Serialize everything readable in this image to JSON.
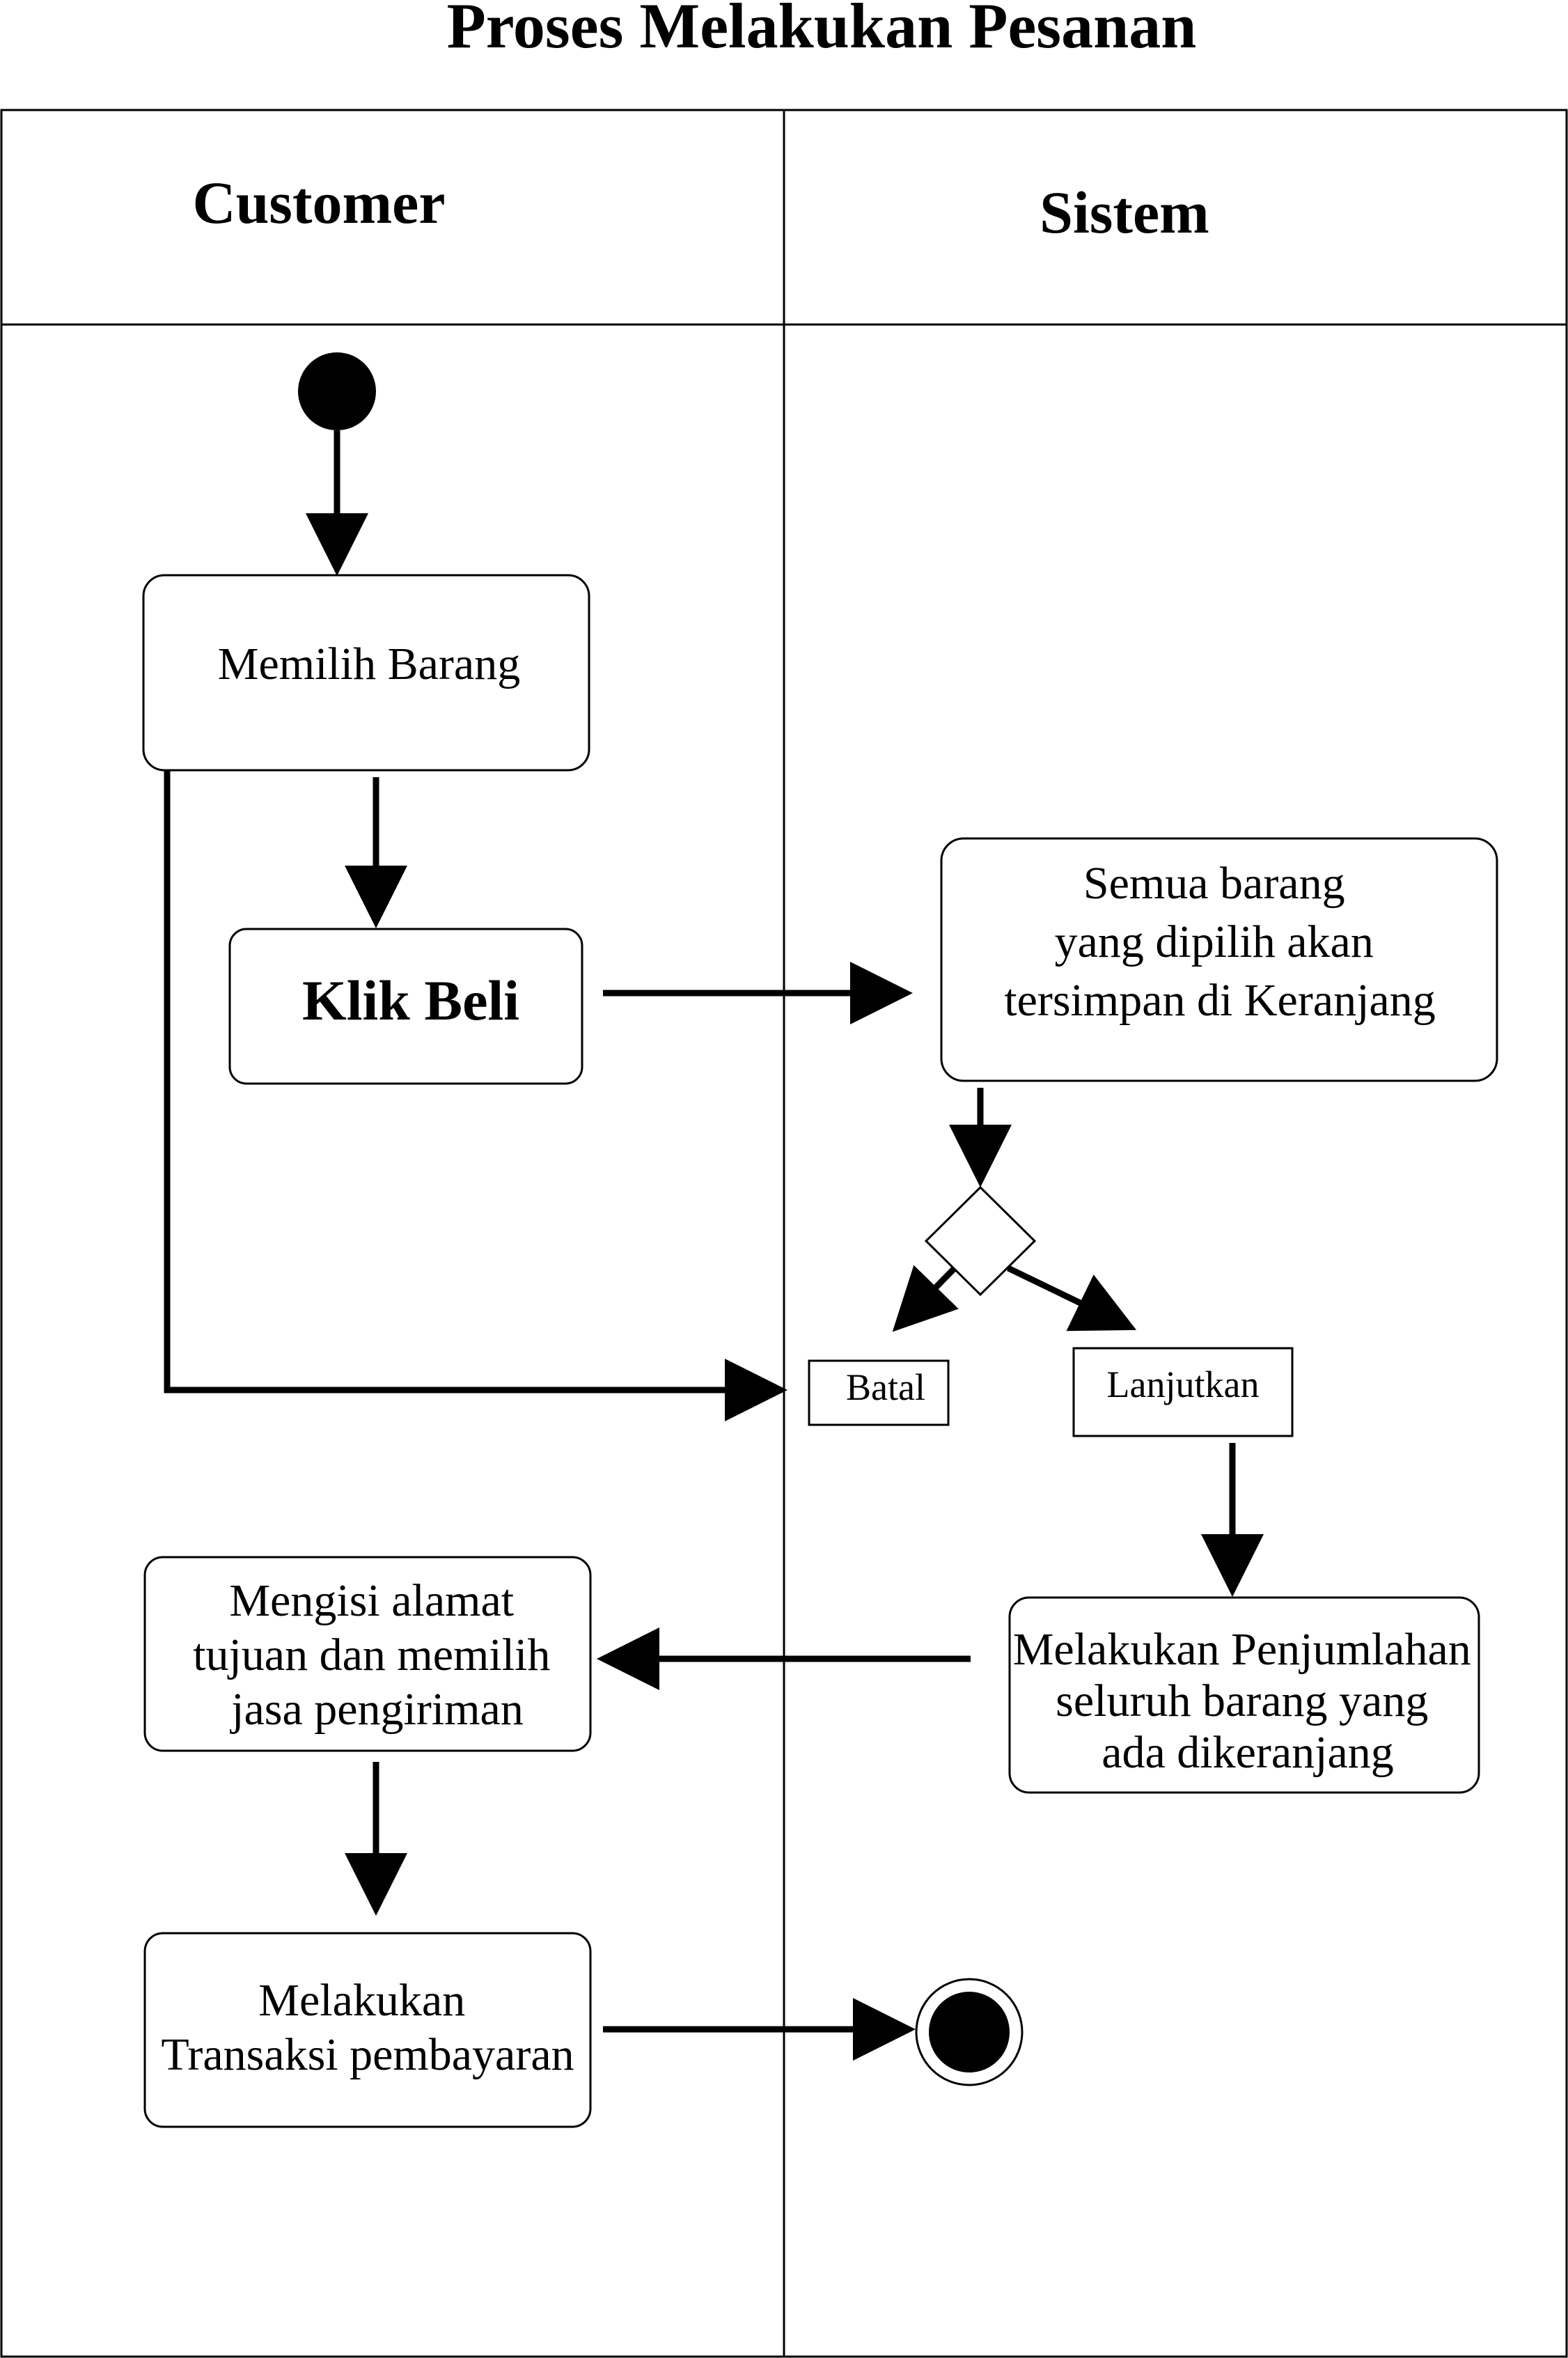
{
  "title": "Proses Melakukan Pesanan",
  "lanes": {
    "customer": "Customer",
    "sistem": "Sistem"
  },
  "nodes": {
    "start": "",
    "memilih_barang": [
      "Memilih Barang"
    ],
    "klik_beli": [
      "Klik Beli"
    ],
    "keranjang": [
      "Semua barang",
      "yang dipilih akan",
      "tersimpan di Keranjang"
    ],
    "batal": [
      "Batal"
    ],
    "lanjutkan": [
      "Lanjutkan"
    ],
    "penjumlahan": [
      "Melakukan Penjumlahan",
      "seluruh barang yang",
      "ada dikeranjang"
    ],
    "alamat": [
      "Mengisi alamat",
      "tujuan dan memilih",
      "jasa pengiriman"
    ],
    "transaksi": [
      "Melakukan",
      "Transaksi pembayaran"
    ]
  },
  "colors": {
    "line": "#000000",
    "fill": "#ffffff"
  }
}
